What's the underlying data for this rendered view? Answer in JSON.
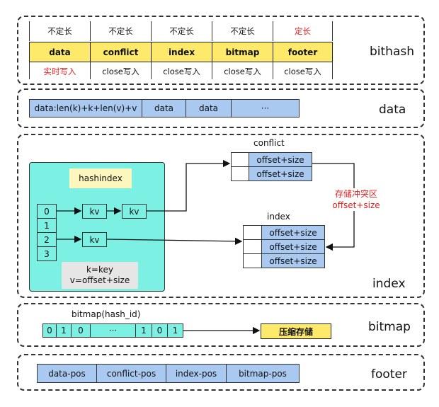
{
  "bithash": {
    "label": "bithash",
    "segments": [
      "data",
      "conflict",
      "index",
      "bitmap",
      "footer"
    ],
    "top_notes": [
      "不定长",
      "不定长",
      "不定长",
      "不定长",
      "定长"
    ],
    "bottom_notes": [
      "实时写入",
      "close写入",
      "close写入",
      "close写入",
      "close写入"
    ]
  },
  "data": {
    "label": "data",
    "cells": [
      "data:len(k)+k+len(v)+v",
      "data",
      "data",
      "···"
    ]
  },
  "index": {
    "label": "index",
    "hashindex_title": "hashindex",
    "slots": [
      "0",
      "1",
      "2",
      "3"
    ],
    "kv": "kv",
    "legend_line1": "k=key",
    "legend_line2": "v=offset+size",
    "conflict_title": "conflict",
    "conflict_rows": [
      "offset+size",
      "offset+size"
    ],
    "index_title": "index",
    "index_rows": [
      "offset+size",
      "offset+size",
      "offset+size"
    ],
    "note_line1": "存储冲突区",
    "note_line2": "offset+size"
  },
  "bitmap": {
    "label": "bitmap",
    "title": "bitmap(hash_id)",
    "bits": [
      "0",
      "1",
      "0",
      "···",
      "1",
      "0",
      "1"
    ],
    "compress": "压缩存储"
  },
  "footer": {
    "label": "footer",
    "cells": [
      "data-pos",
      "conflict-pos",
      "index-pos",
      "bitmap-pos"
    ]
  },
  "colors": {
    "yellow": "#fde96a",
    "blue": "#a9c9f0",
    "cyan": "#7bf0e3",
    "red": "#e02020"
  }
}
